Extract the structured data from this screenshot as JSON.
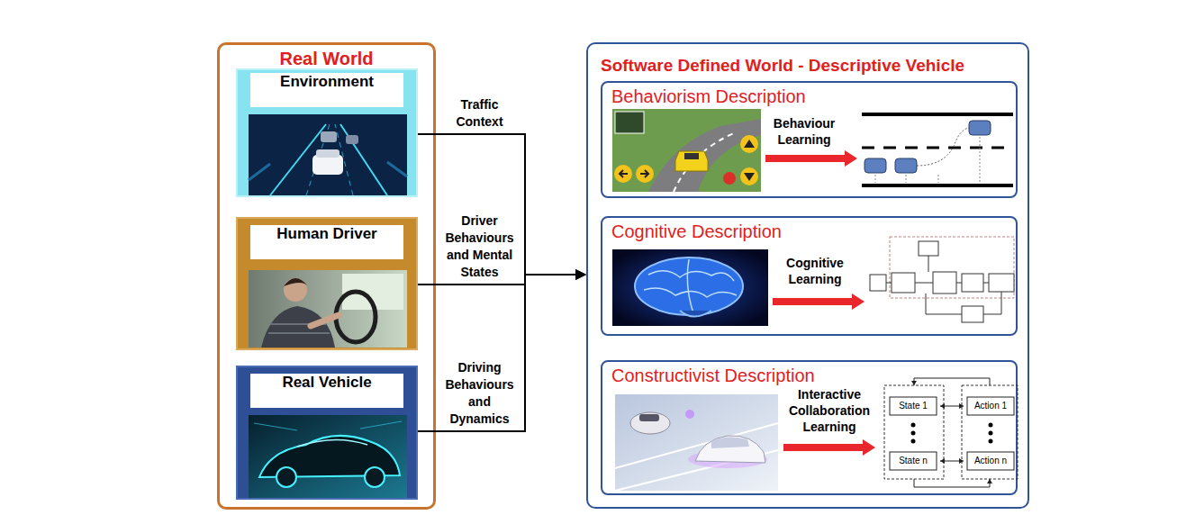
{
  "diagram": {
    "nodes": [
      {
        "text": [
          "Real World"
        ]
      },
      {
        "text": [
          "Environment"
        ],
        "in": 0
      },
      {
        "text": [
          "Human Driver"
        ],
        "in": 0
      },
      {
        "text": [
          "Real Vehicle"
        ],
        "in": 0
      },
      {
        "text": [
          "Software Defined World - Descriptive Vehicle"
        ]
      },
      {
        "text": [
          "Behaviorism Description"
        ],
        "in": 4
      },
      {
        "text": [
          "Cognitive Description"
        ],
        "in": 4
      },
      {
        "text": [
          "Constructivist Description"
        ],
        "in": 4
      }
    ],
    "edges": [
      {
        "from": 1,
        "to": 4,
        "arrow": "to",
        "label": "Traffic Context"
      },
      {
        "from": 2,
        "to": 4,
        "arrow": "to",
        "label": "Driver Behaviours and Mental States"
      },
      {
        "from": 3,
        "to": 4,
        "arrow": "to",
        "label": "Driving Behaviours and Dynamics"
      }
    ],
    "labels": [
      "Behaviour Learning",
      "Cognitive Learning",
      "Interactive Collaboration Learning",
      "State 1",
      "Action 1",
      "State n",
      "Action n"
    ]
  }
}
